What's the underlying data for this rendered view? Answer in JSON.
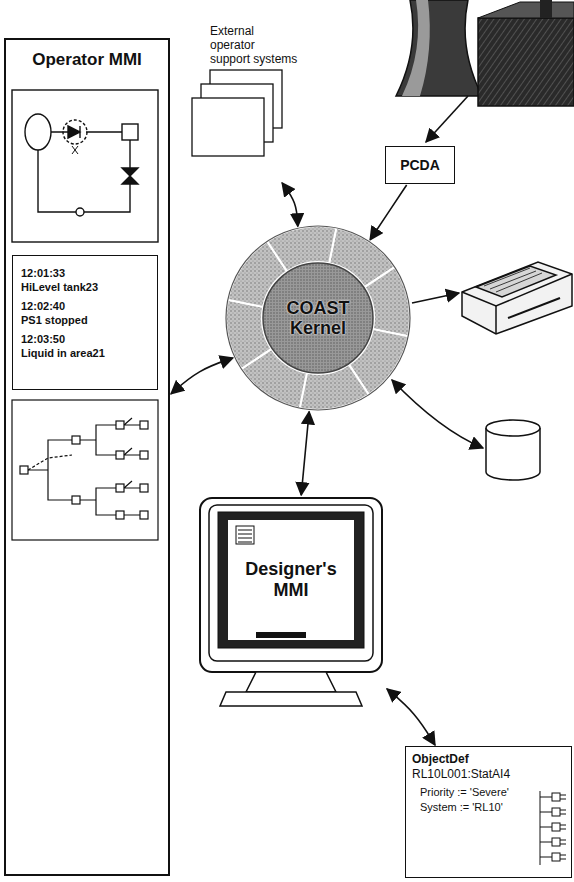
{
  "diagram": {
    "nodes": [
      {
        "text": [
          "Operator MMI"
        ]
      },
      {
        "text": [
          "12:01:33",
          "HiLevel tank23",
          "12:02:40",
          "PS1 stopped",
          "12:03:50",
          "Liquid in area21"
        ],
        "in": 0
      },
      {
        "text": [
          "External operator support systems"
        ]
      },
      {
        "text": [
          "PCDA"
        ]
      },
      {
        "text": [
          "COAST Kernel"
        ]
      },
      {
        "text": [
          "Designer's MMI"
        ]
      },
      {
        "text": [
          "ObjectDef",
          "RL10L001:StatAI4",
          "Priority := 'Severe'",
          "System := 'RL10'"
        ]
      }
    ],
    "edges": [
      {
        "from": 2,
        "to": 4,
        "arrow": "both"
      },
      {
        "from": 3,
        "to": 4,
        "arrow": "to"
      },
      {
        "from": 4,
        "to": 0,
        "arrow": "both"
      },
      {
        "from": 4,
        "to": 5,
        "arrow": "both"
      },
      {
        "from": 5,
        "to": 6,
        "arrow": "both"
      }
    ]
  }
}
